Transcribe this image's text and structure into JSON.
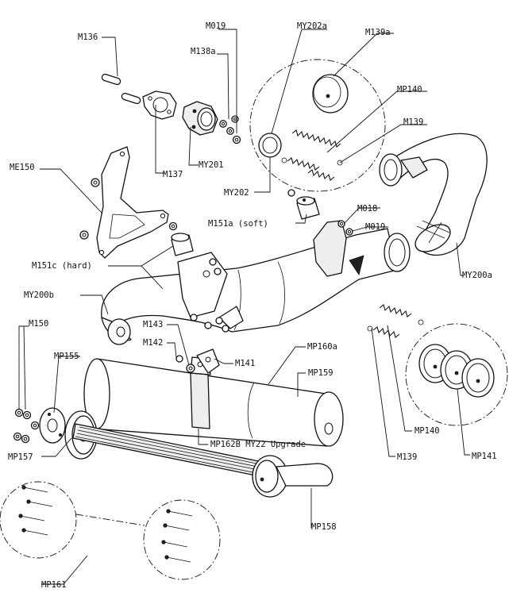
{
  "diagram": {
    "labels": {
      "M136": "M136",
      "M019_top": "M019",
      "MY202a": "MY202a",
      "M139a": "M139a",
      "M138a": "M138a",
      "MP140_top": "MP140",
      "M139_top": "M139",
      "ME150": "ME150",
      "M137": "M137",
      "MY201": "MY201",
      "MY202": "MY202",
      "M018": "M018",
      "M151a": "M151a (soft)",
      "M019_mid": "M019",
      "M151c": "M151c (hard)",
      "MY200a": "MY200a",
      "MY200b": "MY200b",
      "M150": "M150",
      "M143": "M143",
      "M142": "M142",
      "M141": "M141",
      "MP160a": "MP160a",
      "MP155": "MP155",
      "MP159": "MP159",
      "MP140_bottom": "MP140",
      "MP141": "MP141",
      "MP157": "MP157",
      "MP162B": "MP162B MY22 Upgrade",
      "M139_bottom": "M139",
      "MP158": "MP158",
      "MP161": "MP161"
    }
  }
}
